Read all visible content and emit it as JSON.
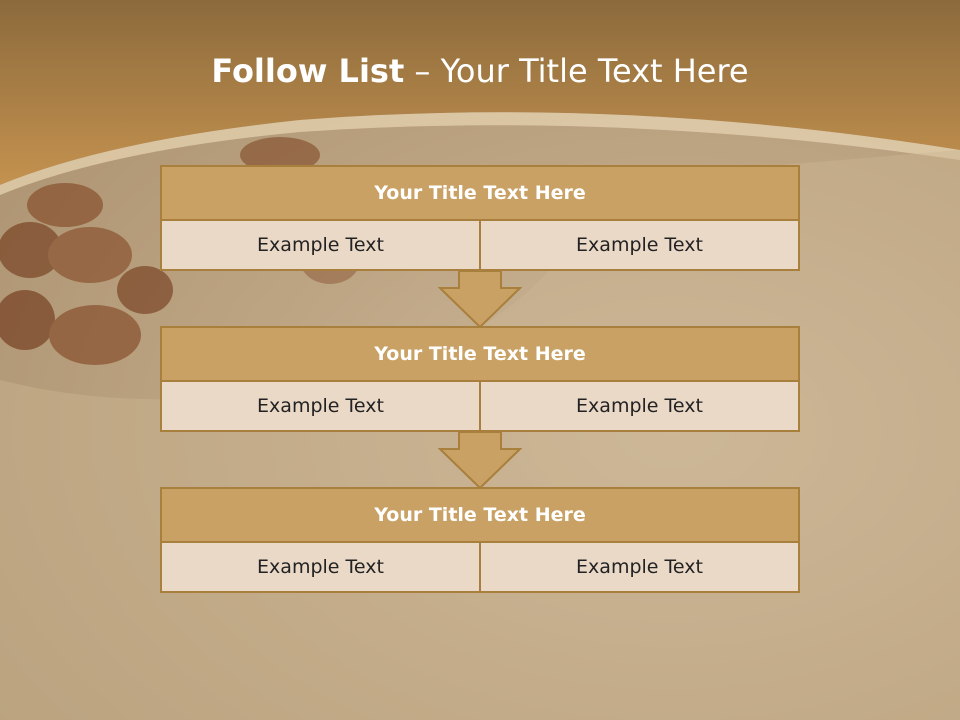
{
  "slide": {
    "title_bold": "Follow List",
    "title_rest": " – Your Title Text Here"
  },
  "blocks": [
    {
      "title": "Your Title Text Here",
      "left": "Example Text",
      "right": "Example Text"
    },
    {
      "title": "Your Title Text Here",
      "left": "Example Text",
      "right": "Example Text"
    },
    {
      "title": "Your Title Text Here",
      "left": "Example Text",
      "right": "Example Text"
    }
  ],
  "colors": {
    "header_band": "#b8894a",
    "block_title": "#c9a164",
    "block_border": "#a87f3c",
    "cell_fill": "#ebd9c8"
  },
  "icons": [
    "down-arrow-icon",
    "down-arrow-icon"
  ]
}
